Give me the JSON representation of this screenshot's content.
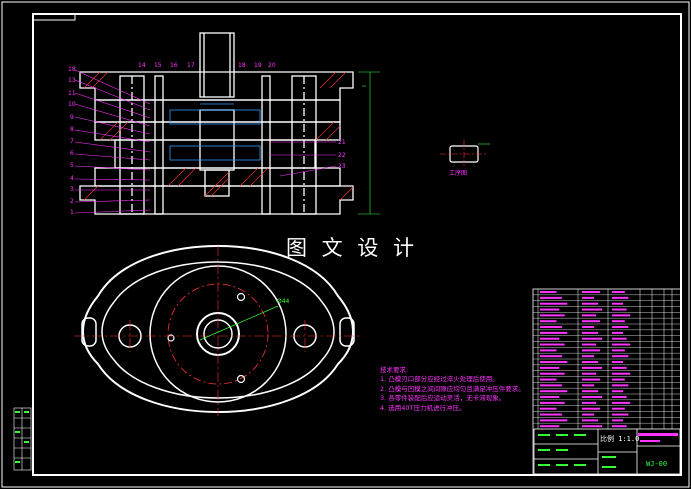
{
  "drawing": {
    "watermark": "图 文 设 计",
    "section_view_label": "工序图",
    "dimension_label": "Ø44",
    "technical_requirements": {
      "title": "技术要求:",
      "items": [
        "1. 凸模刃口部分应经过淬火处理后使用。",
        "2. 凸模与凹模之间间隙应均匀且满足冲压件要求。",
        "3. 各零件装配后应运动灵活，无卡滞现象。",
        "4. 选用40T压力机进行冲压。"
      ]
    },
    "title_block": {
      "ratio": "比例 1:1.0",
      "drawing_number": "WJ-00"
    }
  }
}
